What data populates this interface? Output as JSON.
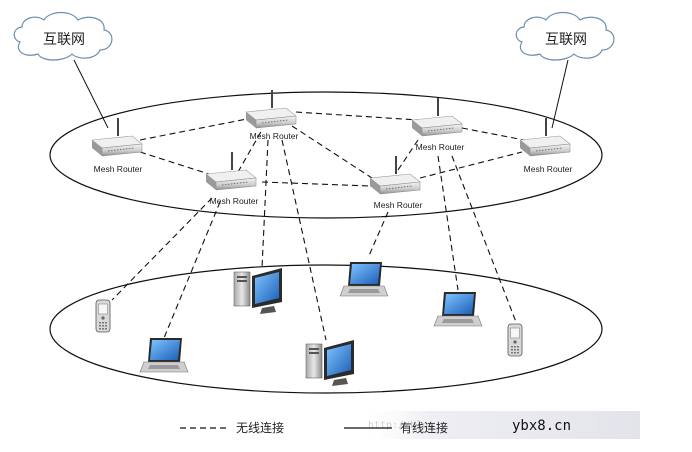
{
  "clouds": [
    {
      "id": "internet-left",
      "label": "互联网"
    },
    {
      "id": "internet-right",
      "label": "互联网"
    }
  ],
  "routers": [
    {
      "id": "r1",
      "label": "Mesh Router"
    },
    {
      "id": "r2",
      "label": "Mesh Router"
    },
    {
      "id": "r3",
      "label": "Mesh Router"
    },
    {
      "id": "r4",
      "label": "Mesh Router"
    },
    {
      "id": "r5",
      "label": "Mesh Router"
    },
    {
      "id": "r6",
      "label": "Mesh Router"
    }
  ],
  "clients": [
    {
      "id": "phone-left",
      "icon": "mobile-phone-icon"
    },
    {
      "id": "laptop-left",
      "icon": "laptop-icon"
    },
    {
      "id": "pc-top",
      "icon": "desktop-pc-icon"
    },
    {
      "id": "pc-bottom",
      "icon": "desktop-pc-icon"
    },
    {
      "id": "laptop-mid",
      "icon": "laptop-icon"
    },
    {
      "id": "laptop-right",
      "icon": "laptop-icon"
    },
    {
      "id": "phone-right",
      "icon": "mobile-phone-icon"
    }
  ],
  "legend": {
    "wireless_label": "无线连接",
    "wired_label": "有线连接"
  },
  "watermark": {
    "text": "http://blog.c",
    "site": "ybx8.cn"
  }
}
